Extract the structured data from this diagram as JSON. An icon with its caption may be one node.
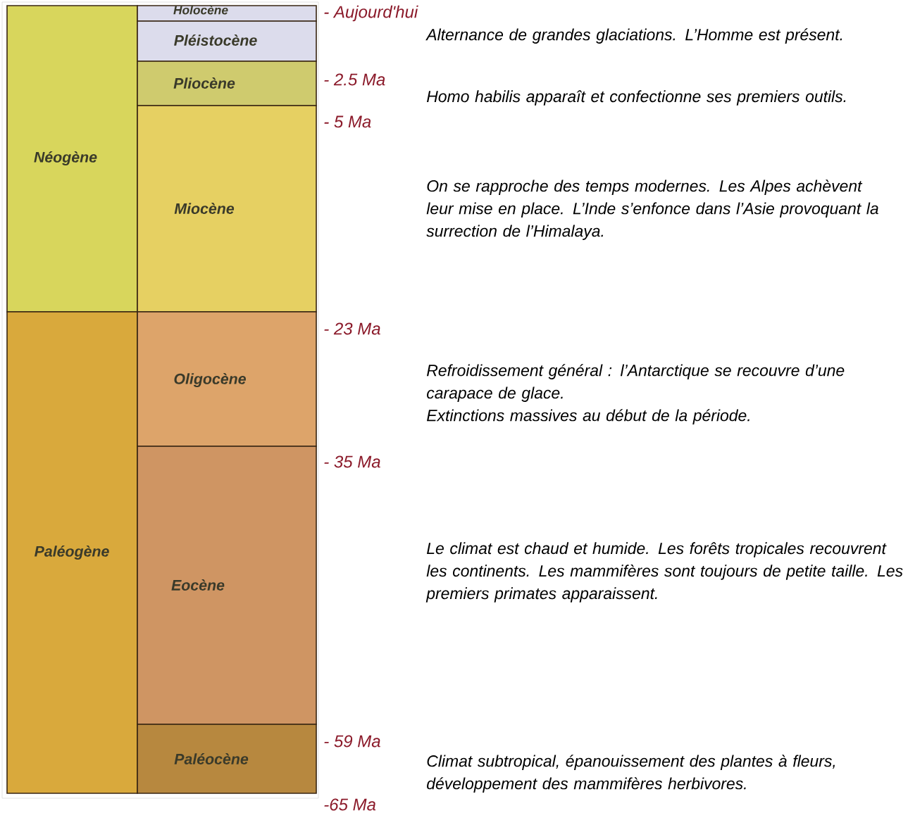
{
  "diagram": {
    "nodes": [
      {
        "text": [
          "Néogène"
        ]
      },
      {
        "text": [
          "Paléogène"
        ]
      },
      {
        "text": [
          "Holocène"
        ]
      },
      {
        "text": [
          "Pléistocène"
        ]
      },
      {
        "text": [
          "Pliocène"
        ]
      },
      {
        "text": [
          "Miocène"
        ]
      },
      {
        "text": [
          "Oligocène"
        ]
      },
      {
        "text": [
          "Eocène"
        ]
      },
      {
        "text": [
          "Paléocène"
        ]
      }
    ],
    "labels": [
      "- Aujourd'hui",
      "Alternance de grandes glaciations. L’Homme est présent.",
      "- 2.5 Ma",
      "Homo habilis apparaît et confectionne ses premiers outils.",
      "- 5 Ma",
      "On se rapproche des temps modernes. Les Alpes achèvent leur mise en place. L’Inde s’enfonce dans l’Asie provoquant la surrection de l’Himalaya.",
      "- 23 Ma",
      "Refroidissement général : l’Antarctique se recouvre d’une carapace de glace.",
      "Extinctions massives au début de la période.",
      "- 35 Ma",
      "Le climat est chaud et humide. Les forêts tropicales recouvrent les continents. Les mammifères sont toujours de petite taille. Les premiers primates apparaissent.",
      "- 59 Ma",
      "Climat subtropical, épanouissement des plantes à fleurs, développement des mammifères herbivores.",
      "-65 Ma"
    ]
  }
}
